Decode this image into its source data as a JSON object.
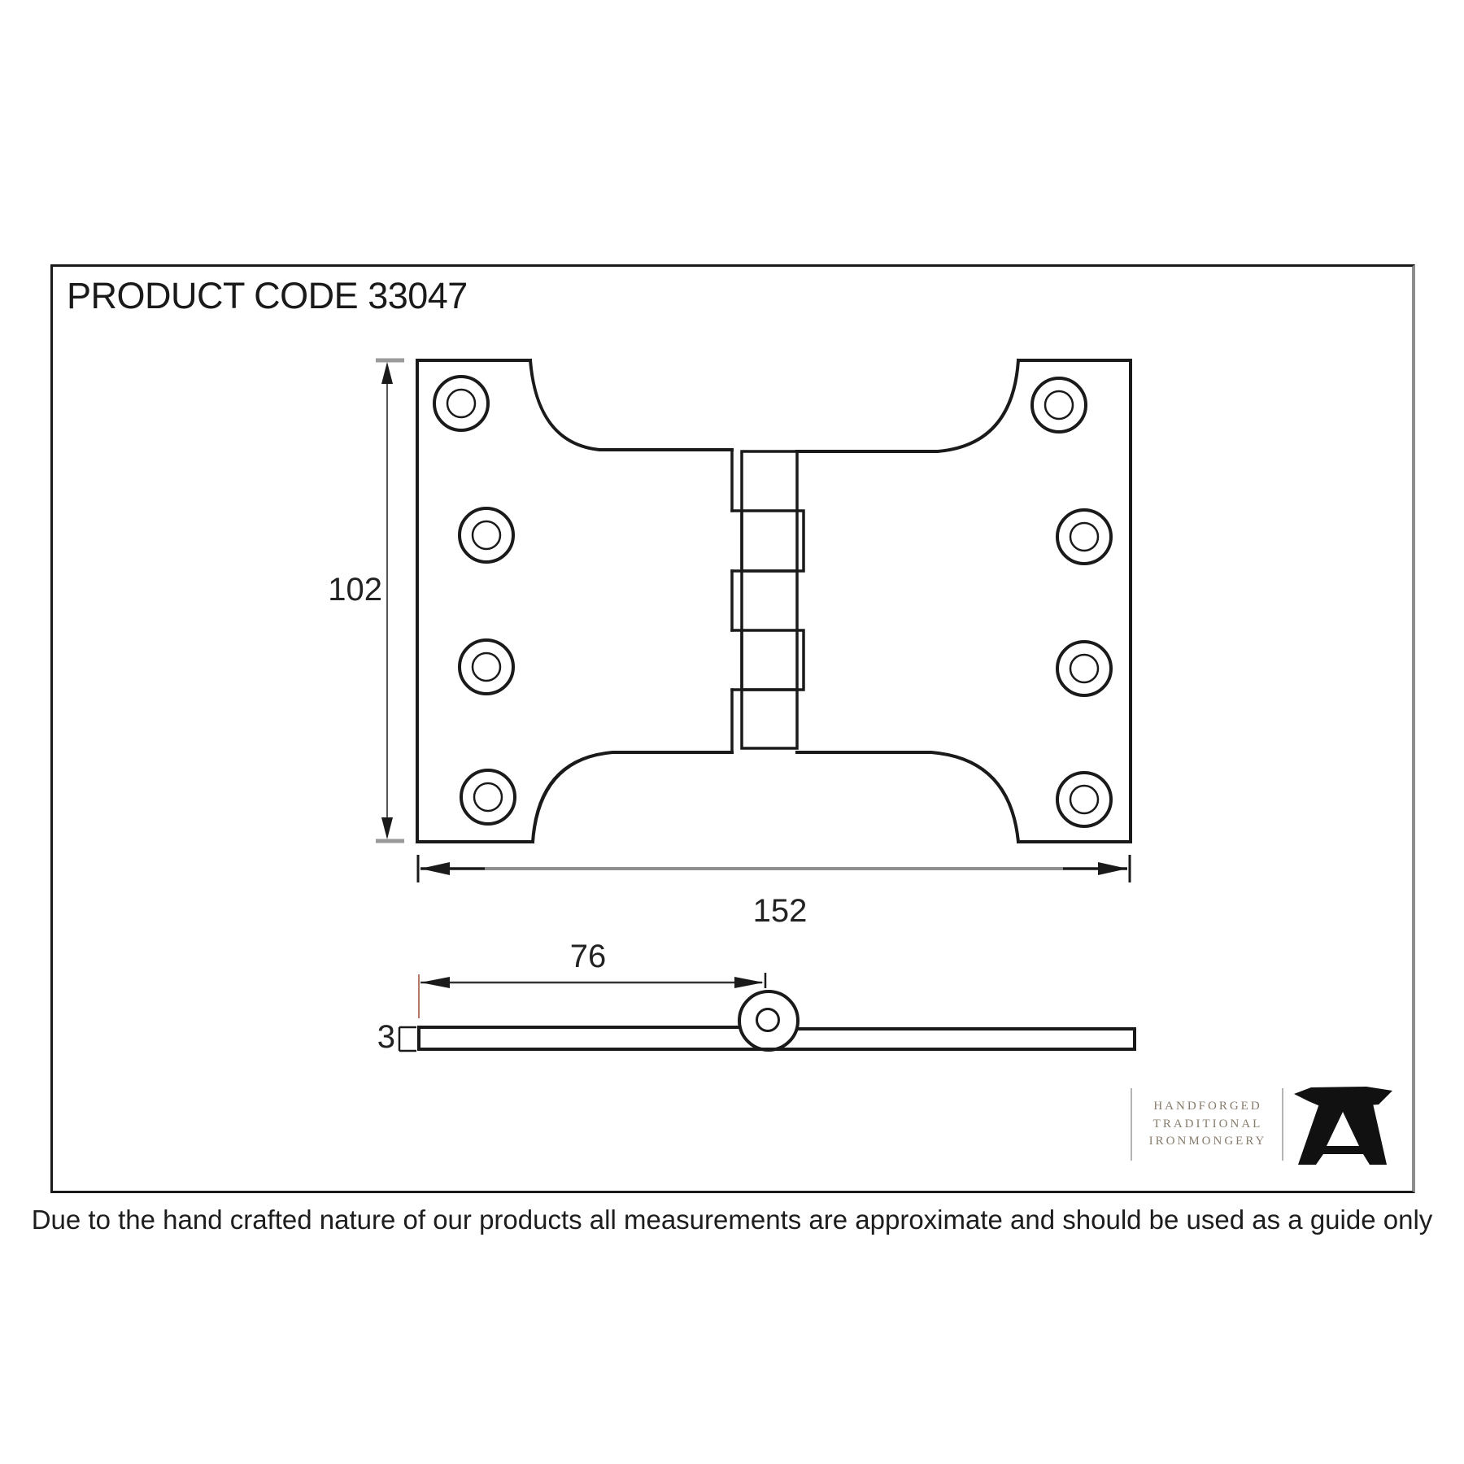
{
  "header": {
    "product_code": "PRODUCT CODE 33047"
  },
  "front_view": {
    "description": "parliament hinge front elevation",
    "height_mm": "102",
    "width_mm": "152"
  },
  "side_view": {
    "description": "hinge closed profile",
    "leaf_width_mm": "76",
    "thickness_mm": "3"
  },
  "logo": {
    "line1": "HANDFORGED",
    "line2": "TRADITIONAL",
    "line3": "IRONMONGERY",
    "icon": "anvil-icon"
  },
  "footer": {
    "disclaimer": "Due to the hand crafted nature of our products all measurements are approximate and should be used as a guide only"
  },
  "colors": {
    "ink": "#1a1a1a",
    "dim_line_gray": "#8f8f8f",
    "tick_gray": "#9a9a9a",
    "tick_red": "#b5776b",
    "logo_text": "#877c6c",
    "border_right_gray": "#8d8d8d"
  }
}
